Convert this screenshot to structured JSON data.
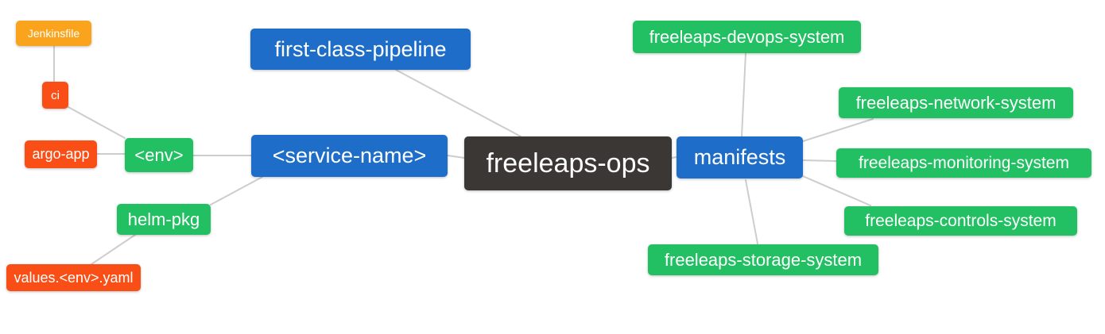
{
  "diagram": {
    "type": "mindmap",
    "background": "#ffffff",
    "edge_color": "#cdcdcd"
  },
  "palette": {
    "root": "#3a3735",
    "branch_blue": "#1e6dc8",
    "green": "#22c063",
    "red_orange": "#f94f16",
    "amber": "#f9a41c",
    "node_text": "#ffffff"
  },
  "nodes": [
    {
      "id": "jenkinsfile",
      "label": "Jenkinsfile",
      "level": 5,
      "color": "#f9a41c",
      "parent": "ci"
    },
    {
      "id": "ci",
      "label": "ci",
      "level": 4,
      "color": "#f94f16",
      "parent": "env"
    },
    {
      "id": "argo-app",
      "label": "argo-app",
      "level": 3,
      "color": "#f94f16",
      "parent": "env"
    },
    {
      "id": "env",
      "label": "<env>",
      "level": 2,
      "color": "#22c063",
      "parent": "service-name"
    },
    {
      "id": "helm-pkg",
      "label": "helm-pkg",
      "level": 2,
      "color": "#22c063",
      "parent": "service-name"
    },
    {
      "id": "values-env-yaml",
      "label": "values.<env>.yaml",
      "level": 3,
      "color": "#f94f16",
      "parent": "helm-pkg"
    },
    {
      "id": "first-class-pipeline",
      "label": "first-class-pipeline",
      "level": 1,
      "color": "#1e6dc8",
      "parent": "freeleaps-ops"
    },
    {
      "id": "service-name",
      "label": "<service-name>",
      "level": 1,
      "color": "#1e6dc8",
      "parent": "freeleaps-ops"
    },
    {
      "id": "freeleaps-ops",
      "label": "freeleaps-ops",
      "level": 0,
      "color": "#3a3735",
      "parent": null
    },
    {
      "id": "manifests",
      "label": "manifests",
      "level": 1,
      "color": "#1e6dc8",
      "parent": "freeleaps-ops"
    },
    {
      "id": "freeleaps-devops-system",
      "label": "freeleaps-devops-system",
      "level": 2,
      "color": "#22c063",
      "parent": "manifests"
    },
    {
      "id": "freeleaps-network-system",
      "label": "freeleaps-network-system",
      "level": 2,
      "color": "#22c063",
      "parent": "manifests"
    },
    {
      "id": "freeleaps-monitoring-system",
      "label": "freeleaps-monitoring-system",
      "level": 2,
      "color": "#22c063",
      "parent": "manifests"
    },
    {
      "id": "freeleaps-controls-system",
      "label": "freeleaps-controls-system",
      "level": 2,
      "color": "#22c063",
      "parent": "manifests"
    },
    {
      "id": "freeleaps-storage-system",
      "label": "freeleaps-storage-system",
      "level": 2,
      "color": "#22c063",
      "parent": "manifests"
    }
  ],
  "edges": [
    {
      "from": "jenkinsfile",
      "to": "ci"
    },
    {
      "from": "ci",
      "to": "env"
    },
    {
      "from": "argo-app",
      "to": "env"
    },
    {
      "from": "env",
      "to": "service-name"
    },
    {
      "from": "helm-pkg",
      "to": "service-name"
    },
    {
      "from": "values-env-yaml",
      "to": "helm-pkg"
    },
    {
      "from": "service-name",
      "to": "freeleaps-ops"
    },
    {
      "from": "first-class-pipeline",
      "to": "freeleaps-ops"
    },
    {
      "from": "freeleaps-ops",
      "to": "manifests"
    },
    {
      "from": "freeleaps-devops-system",
      "to": "manifests"
    },
    {
      "from": "manifests",
      "to": "freeleaps-network-system"
    },
    {
      "from": "manifests",
      "to": "freeleaps-monitoring-system"
    },
    {
      "from": "manifests",
      "to": "freeleaps-controls-system"
    },
    {
      "from": "manifests",
      "to": "freeleaps-storage-system"
    }
  ]
}
